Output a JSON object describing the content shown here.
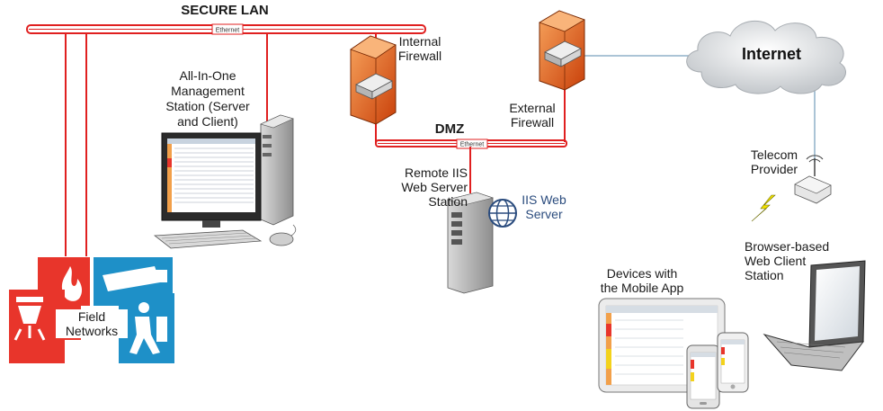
{
  "secure_lan": {
    "title": "SECURE LAN",
    "bus_label": "Ethernet"
  },
  "dmz": {
    "title": "DMZ",
    "bus_label": "Ethernet"
  },
  "internal_firewall": {
    "line1": "Internal",
    "line2": "Firewall"
  },
  "external_firewall": {
    "line1": "External",
    "line2": "Firewall"
  },
  "management_station": {
    "line1": "All-In-One",
    "line2": "Management",
    "line3": "Station (Server",
    "line4": "and Client)"
  },
  "iis_station": {
    "line1": "Remote IIS",
    "line2": "Web Server",
    "line3": "Station"
  },
  "iis_server": {
    "line1": "IIS Web",
    "line2": "Server"
  },
  "internet": {
    "label": "Internet"
  },
  "telecom": {
    "line1": "Telecom",
    "line2": "Provider"
  },
  "browser_client": {
    "line1": "Browser-based",
    "line2": "Web Client",
    "line3": "Station"
  },
  "mobile": {
    "line1": "Devices with",
    "line2": "the Mobile App"
  },
  "field_networks": {
    "line1": "Field",
    "line2": "Networks"
  },
  "colors": {
    "bus_red": "#e02020",
    "firewall_orange": "#e8661a",
    "fire_red": "#e8352b",
    "security_blue": "#1e90c8",
    "link_blue": "#8fb0c8"
  }
}
